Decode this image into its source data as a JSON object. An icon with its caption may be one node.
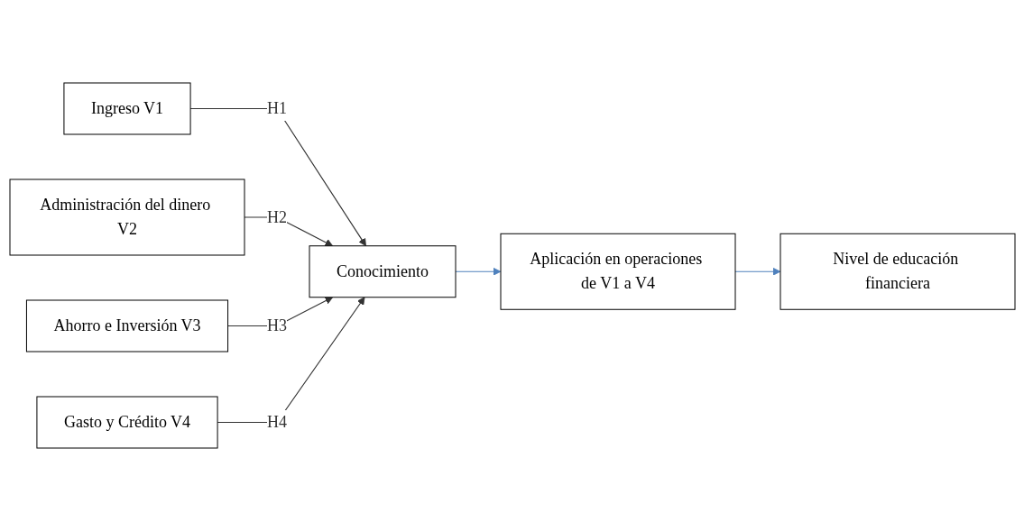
{
  "diagram": {
    "nodes": [
      {
        "text": [
          "Ingreso V1"
        ]
      },
      {
        "text": [
          "Administración del dinero V2"
        ]
      },
      {
        "text": [
          "Ahorro e Inversión V3"
        ]
      },
      {
        "text": [
          "Gasto y Crédito V4"
        ]
      },
      {
        "text": [
          "Conocimiento"
        ]
      },
      {
        "text": [
          "Aplicación en operaciones de V1 a V4"
        ]
      },
      {
        "text": [
          "Nivel de educación financiera"
        ]
      }
    ],
    "edges": [
      {
        "from": 0,
        "to": 4,
        "arrow": "to",
        "label": "H1"
      },
      {
        "from": 1,
        "to": 4,
        "arrow": "to",
        "label": "H2"
      },
      {
        "from": 2,
        "to": 4,
        "arrow": "to",
        "label": "H3"
      },
      {
        "from": 3,
        "to": 4,
        "arrow": "to",
        "label": "H4"
      },
      {
        "from": 4,
        "to": 5,
        "arrow": "to",
        "color": "#4f81bd"
      },
      {
        "from": 5,
        "to": 6,
        "arrow": "to",
        "color": "#4f81bd"
      }
    ]
  }
}
